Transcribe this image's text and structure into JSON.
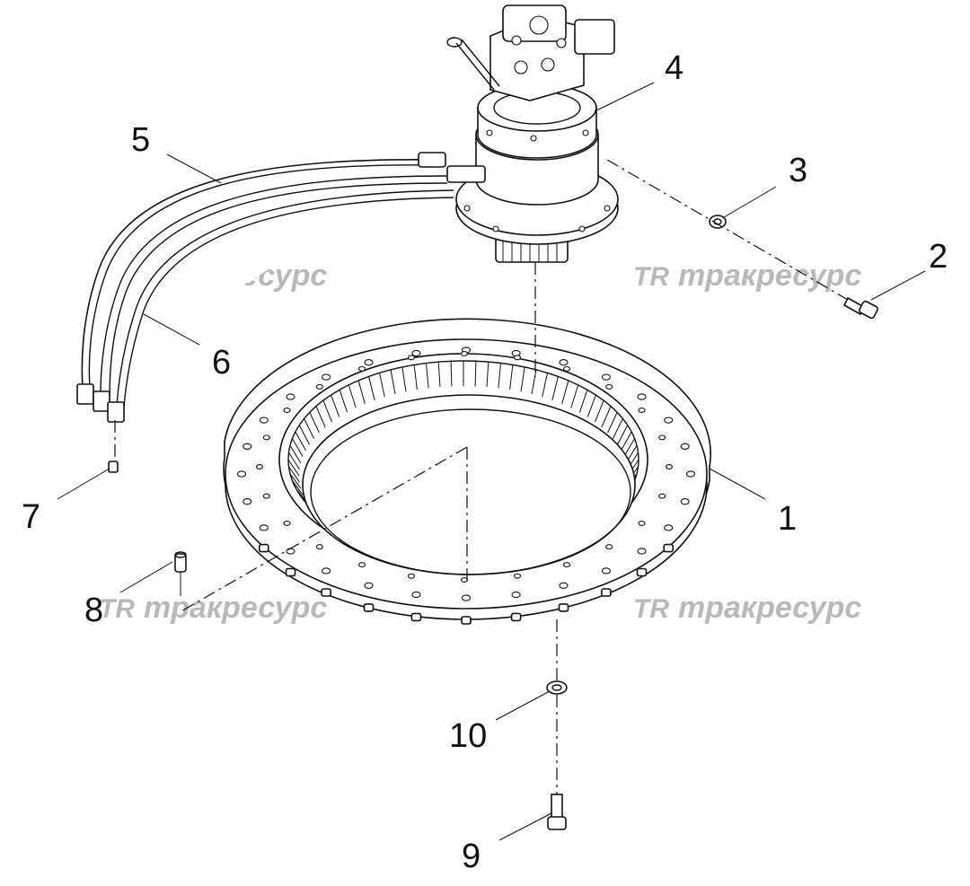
{
  "callouts": [
    {
      "id": "1",
      "label": "1"
    },
    {
      "id": "2",
      "label": "2"
    },
    {
      "id": "3",
      "label": "3"
    },
    {
      "id": "4",
      "label": "4"
    },
    {
      "id": "5",
      "label": "5"
    },
    {
      "id": "6",
      "label": "6"
    },
    {
      "id": "7",
      "label": "7"
    },
    {
      "id": "8",
      "label": "8"
    },
    {
      "id": "9",
      "label": "9"
    },
    {
      "id": "10",
      "label": "10"
    }
  ],
  "watermark": {
    "logo": "TR",
    "text": "тракресурс",
    "color": "#b9b9b9"
  },
  "line_color": "#111111"
}
